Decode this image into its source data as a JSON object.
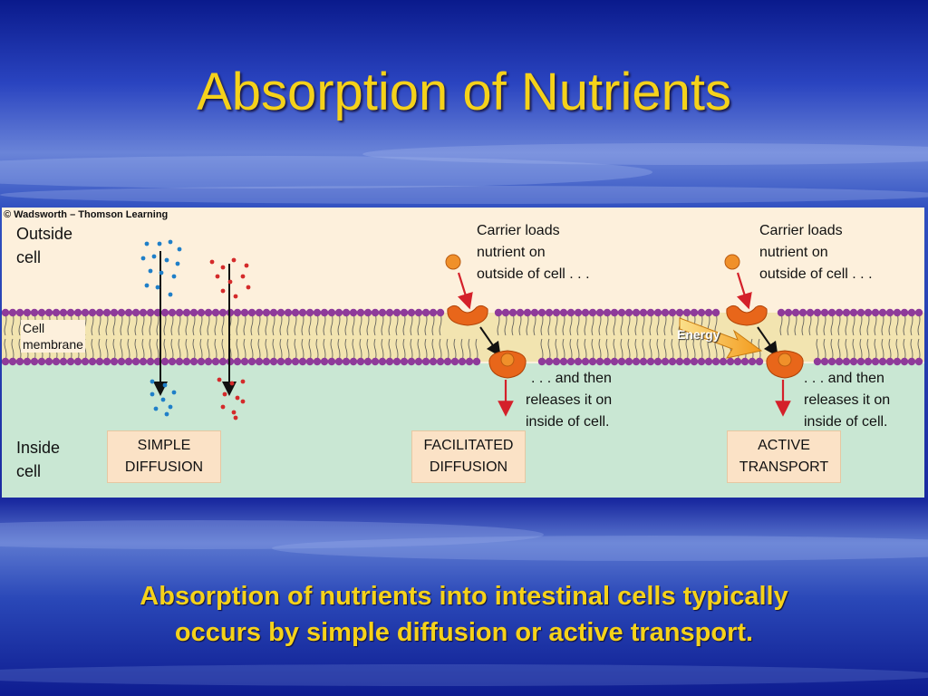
{
  "slide": {
    "title": "Absorption of Nutrients",
    "caption_line1": "Absorption of nutrients into intestinal cells typically",
    "caption_line2": "occurs by simple diffusion or active transport."
  },
  "figure": {
    "copyright": "© Wadsworth – Thomson Learning",
    "outside_label_1": "Outside",
    "outside_label_2": "cell",
    "membrane_label_1": "Cell",
    "membrane_label_2": "membrane",
    "inside_label_1": "Inside",
    "inside_label_2": "cell",
    "simple_diffusion_1": "SIMPLE",
    "simple_diffusion_2": "DIFFUSION",
    "facilitated_diffusion_1": "FACILITATED",
    "facilitated_diffusion_2": "DIFFUSION",
    "active_transport_1": "ACTIVE",
    "active_transport_2": "TRANSPORT",
    "load_note_1": "Carrier loads",
    "load_note_2": "nutrient on",
    "load_note_3": "outside of cell . . .",
    "release_note_1": ". . . and then",
    "release_note_2": "releases it on",
    "release_note_3": "inside of cell.",
    "energy_label": "Energy",
    "colors": {
      "title": "#f5d21a",
      "outside": "#fdf0dc",
      "inside": "#c9e7d3",
      "membrane_head": "#8e3a9a",
      "carrier": "#e8661a",
      "nutrient": "#f0902a",
      "blue_molecule": "#1f7fc8",
      "red_molecule": "#d42a2a",
      "arrow_red": "#d4202a",
      "energy_arrow": "#f5a623"
    },
    "icons": [
      "carrier-protein-icon",
      "nutrient-molecule-icon",
      "energy-arrow-icon",
      "down-arrow-icon"
    ]
  }
}
